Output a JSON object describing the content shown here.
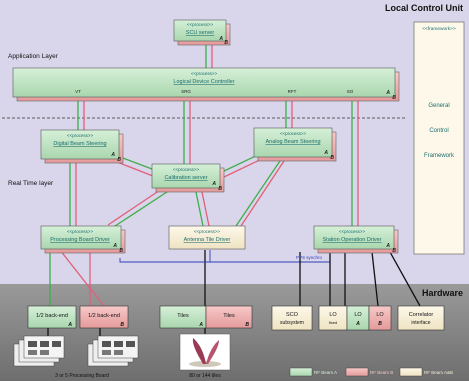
{
  "title": "Local Control Unit",
  "hardware_title": "Hardware",
  "layers": {
    "application": "Application Layer",
    "realtime": "Real Time layer"
  },
  "framework": {
    "stereotype": "<<framework>>",
    "line1": "General",
    "line2": "Control",
    "line3": "Framework"
  },
  "stereotype": "<<process>>",
  "processes": {
    "scu": {
      "name": "SCU server",
      "letters": [
        "A",
        "B"
      ]
    },
    "ldc": {
      "name": "Logical Device Controller",
      "letters": [
        "A",
        "B"
      ],
      "ports": [
        "VT",
        "SRG",
        "RFT",
        "SO"
      ]
    },
    "dbs": {
      "name": "Digital Beam Steering",
      "letters": [
        "A",
        "B"
      ]
    },
    "abs": {
      "name": "Analog Beam Steering",
      "letters": [
        "A",
        "B"
      ]
    },
    "cal": {
      "name": "Calibration server",
      "letters": [
        "A",
        "B"
      ]
    },
    "pbd": {
      "name": "Processing Board Driver",
      "letters": [
        "A",
        "B"
      ]
    },
    "atd": {
      "name": "Antenna Tile Driver",
      "letters": []
    },
    "sod": {
      "name": "Station Operation Driver",
      "letters": [
        "A",
        "B"
      ]
    }
  },
  "pps_label": "PPS synchro",
  "hardware": {
    "backend_a": {
      "label": "1/2 back-end",
      "letter": "A"
    },
    "backend_b": {
      "label": "1/2 back-end",
      "letter": "B"
    },
    "tiles_a": {
      "label": "Tiles",
      "letter": "A"
    },
    "tiles_b": {
      "label": "Tiles",
      "letter": "B"
    },
    "sco": {
      "line1": "SCO",
      "line2": "subsystem"
    },
    "lo_fixed": {
      "label": "LO",
      "sub": "fixed"
    },
    "lo_a": {
      "label": "LO",
      "letter": "A"
    },
    "lo_b": {
      "label": "LO",
      "letter": "B"
    },
    "correlator": {
      "line1": "Correlator",
      "line2": "interface"
    },
    "boards_caption": "3 or 5 Processing Board",
    "tiles_caption": "80 or 144 tiles"
  },
  "legend": [
    "RF Beam A",
    "RF Beam B",
    "RF Beam A&B"
  ],
  "colors": {
    "lcu_bg": "#d9d5ea",
    "hw_bg": "#808080",
    "green": "#c3e6c7",
    "green_dark": "#a6d1ab",
    "pink": "#f2b8b8",
    "pink_dark": "#e08f8f",
    "cream": "#faf3de",
    "line_green": "#3fae4a",
    "line_red": "#e0607a",
    "line_blue": "#2f3fb8",
    "text_green": "#1b6d6d"
  }
}
